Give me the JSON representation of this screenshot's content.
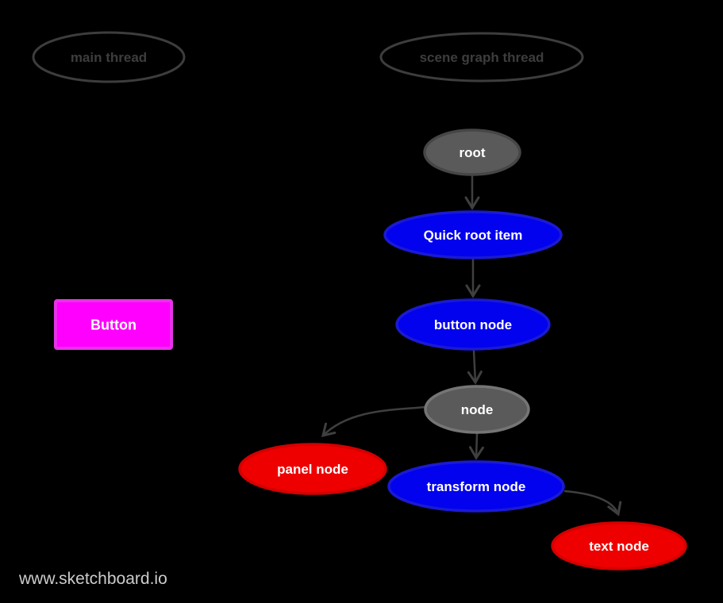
{
  "page": {
    "background": "#000000"
  },
  "watermark": {
    "text": "www.sketchboard.io",
    "color": "#cccccc"
  },
  "headers": {
    "main_thread": {
      "label": "main thread",
      "stroke": "#3d3d3d",
      "text_color": "#3d3d3d"
    },
    "scene_graph_thread": {
      "label": "scene graph thread",
      "stroke": "#3d3d3d",
      "text_color": "#3d3d3d"
    }
  },
  "main_thread_lane": {
    "button": {
      "label": "Button",
      "fill": "#ff00ff",
      "stroke": "#e832e8",
      "text_color": "#ffffff"
    }
  },
  "scene_graph": {
    "edge_color": "#3f3f3f",
    "nodes": [
      {
        "id": "root",
        "label": "root",
        "fill": "#5a5a5a",
        "stroke": "#464646",
        "text_color": "#ffffff"
      },
      {
        "id": "quick-root-item",
        "label": "Quick root item",
        "fill": "#0202ee",
        "stroke": "#1a1ad2",
        "text_color": "#ffffff"
      },
      {
        "id": "button-node",
        "label": "button node",
        "fill": "#0202ee",
        "stroke": "#1a1ad2",
        "text_color": "#ffffff"
      },
      {
        "id": "node",
        "label": "node",
        "fill": "#5a5a5a",
        "stroke": "#757575",
        "text_color": "#ffffff"
      },
      {
        "id": "panel-node",
        "label": "panel node",
        "fill": "#ee0000",
        "stroke": "#d40000",
        "text_color": "#ffffff"
      },
      {
        "id": "transform-node",
        "label": "transform node",
        "fill": "#0202ee",
        "stroke": "#1a1ad2",
        "text_color": "#ffffff"
      },
      {
        "id": "text-node",
        "label": "text node",
        "fill": "#ee0000",
        "stroke": "#d40000",
        "text_color": "#ffffff"
      }
    ],
    "edges": [
      {
        "from": "root",
        "to": "quick-root-item"
      },
      {
        "from": "quick-root-item",
        "to": "button-node"
      },
      {
        "from": "button-node",
        "to": "node"
      },
      {
        "from": "node",
        "to": "transform-node"
      },
      {
        "from": "node",
        "to": "panel-node"
      },
      {
        "from": "transform-node",
        "to": "text-node"
      }
    ]
  }
}
